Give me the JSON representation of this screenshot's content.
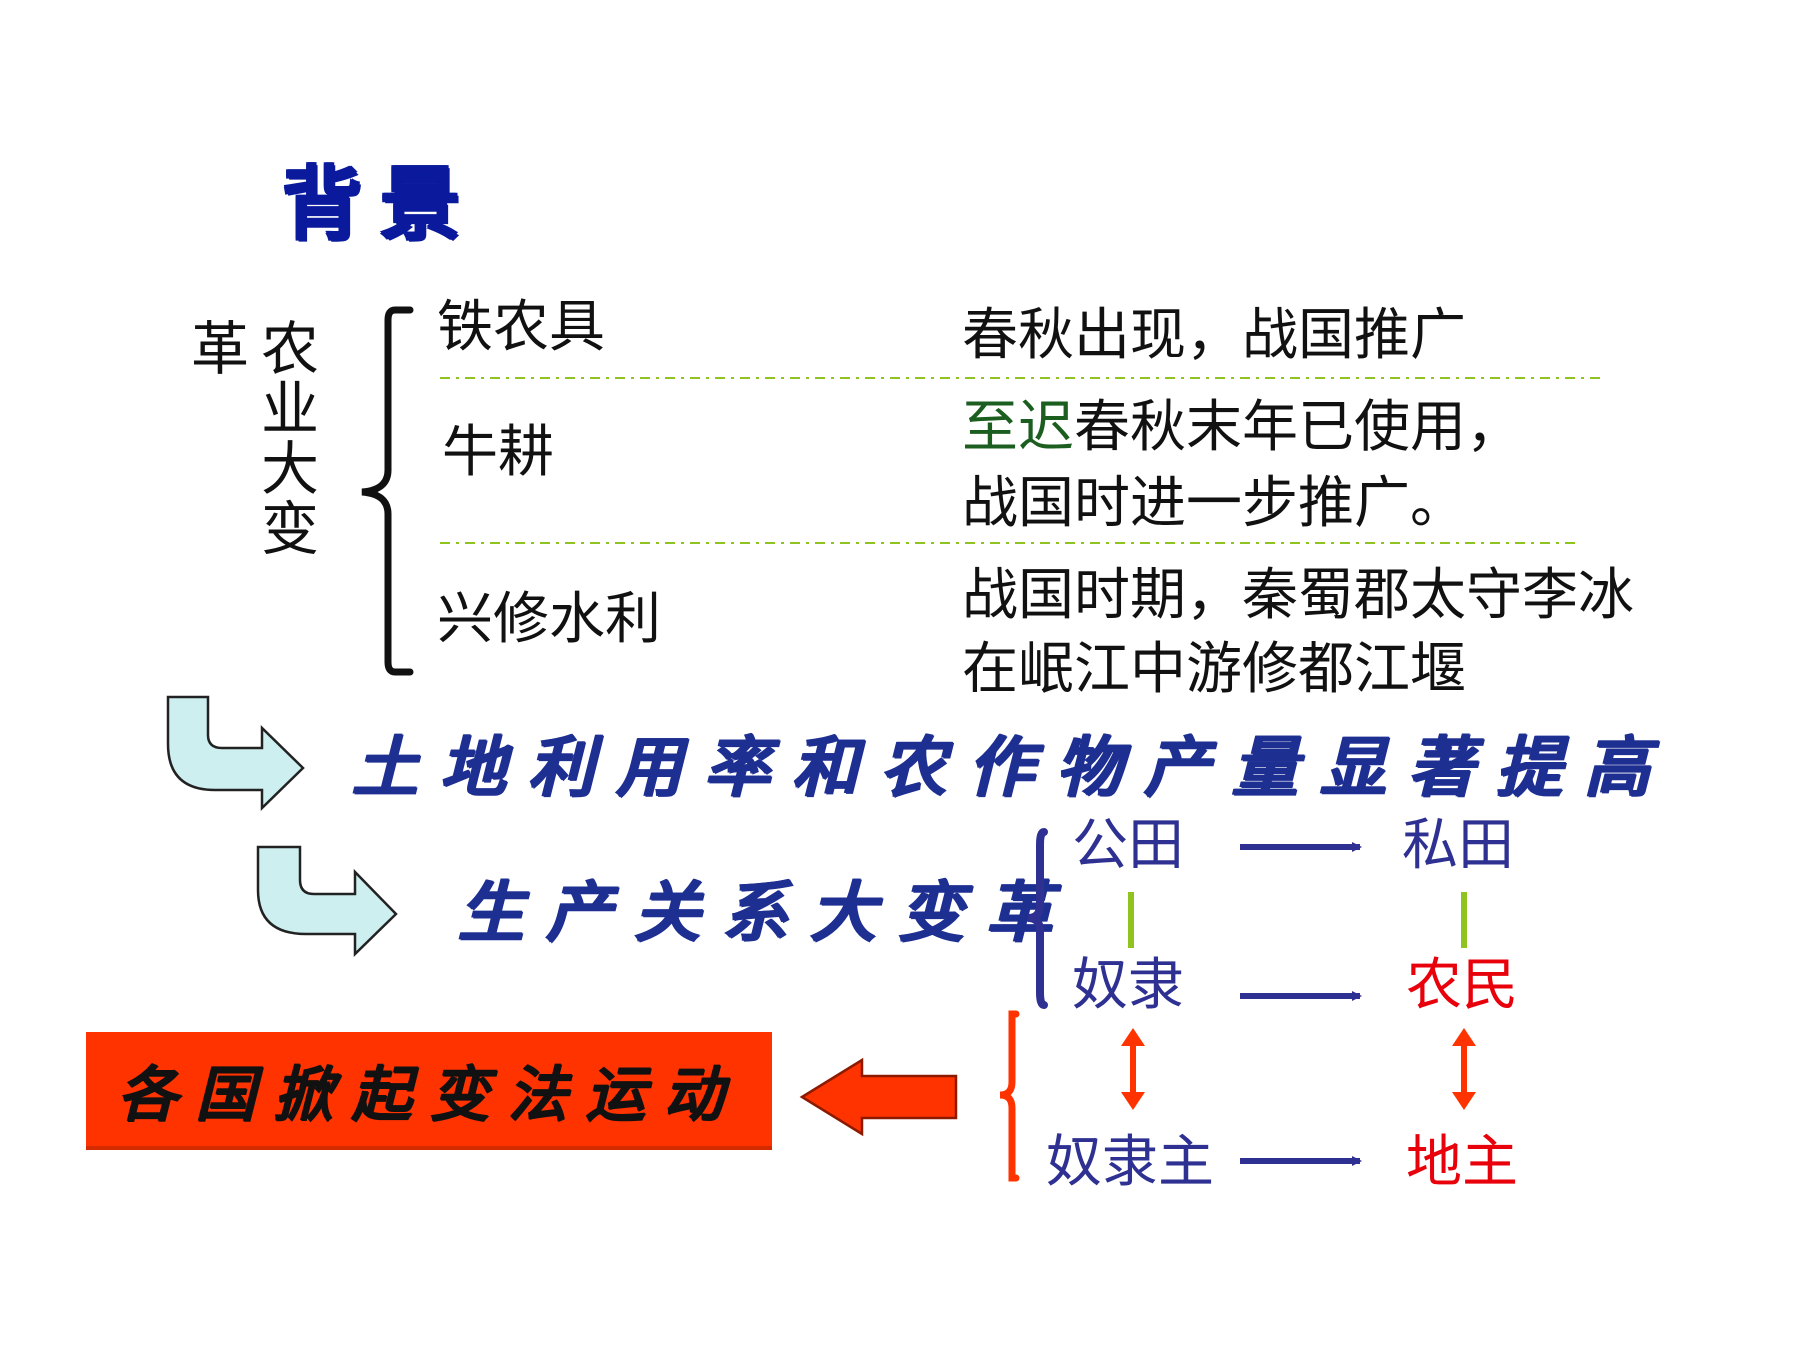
{
  "title": "背景",
  "agri_label_main": "农业大变",
  "agri_label_side": "革",
  "rows": [
    {
      "item": "铁农具",
      "desc_line1": "春秋出现，战国推广",
      "desc_line2": ""
    },
    {
      "item": "牛耕",
      "desc_highlight": "至迟",
      "desc_line1": "春秋末年已使用，",
      "desc_line2": "战国时进一步推广。"
    },
    {
      "item": "兴修水利",
      "desc_line1": "战国时期，秦蜀郡太守李冰",
      "desc_line2": "在岷江中游修都江堰"
    }
  ],
  "result1": "土地利用率和农作物产量显著提高",
  "result2": "生产关系大变革",
  "movement": "各国掀起变法运动",
  "relations": {
    "public_field": "公田",
    "private_field": "私田",
    "slave": "奴隶",
    "peasant": "农民",
    "slave_owner": "奴隶主",
    "landlord": "地主"
  },
  "colors": {
    "title": "#0b1a9c",
    "node_blue": "#2e3192",
    "node_red": "#e8000b",
    "movement_bg": "#ff3300",
    "curved_arrow": "#cdeff0"
  }
}
